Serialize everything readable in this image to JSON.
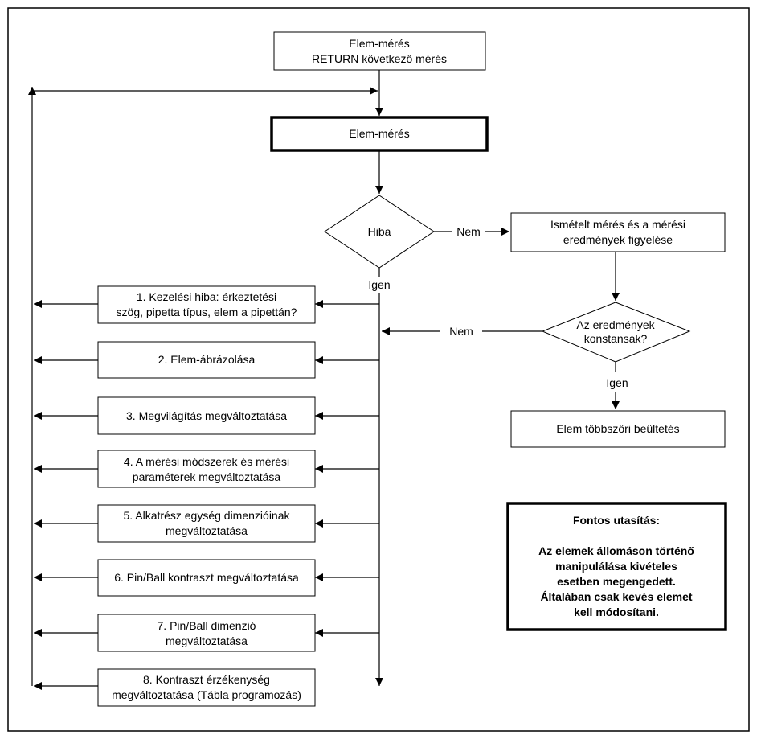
{
  "nodes": {
    "start": {
      "lines": [
        "Elem-mérés",
        "RETURN következő mérés"
      ]
    },
    "measure": {
      "lines": [
        "Elem-mérés"
      ]
    },
    "error_decision": {
      "lines": [
        "Hiba"
      ]
    },
    "repeat": {
      "lines": [
        "Ismételt mérés és a mérési",
        "eredmények figyelése"
      ]
    },
    "constant_decision": {
      "lines": [
        "Az eredmények",
        "konstansak?"
      ]
    },
    "multi_insert": {
      "lines": [
        "Elem többszöri beültetés"
      ]
    },
    "step1": {
      "lines": [
        "1. Kezelési hiba: érkeztetési",
        "szög, pipetta típus, elem a pipettán?"
      ]
    },
    "step2": {
      "lines": [
        "2. Elem-ábrázolása"
      ]
    },
    "step3": {
      "lines": [
        "3. Megvilágítás megváltoztatása"
      ]
    },
    "step4": {
      "lines": [
        "4. A mérési módszerek és mérési",
        "paraméterek megváltoztatása"
      ]
    },
    "step5": {
      "lines": [
        "5. Alkatrész egység dimenzióinak",
        "megváltoztatása"
      ]
    },
    "step6": {
      "lines": [
        "6. Pin/Ball kontraszt megváltoztatása"
      ]
    },
    "step7": {
      "lines": [
        "7. Pin/Ball dimenzió",
        "megváltoztatása"
      ]
    },
    "step8": {
      "lines": [
        "8. Kontraszt érzékenység",
        "megváltoztatása (Tábla programozás)"
      ]
    }
  },
  "edge_labels": {
    "error_no": "Nem",
    "error_yes": "Igen",
    "constant_no": "Nem",
    "constant_yes": "Igen"
  },
  "note": {
    "title": "Fontos utasítás:",
    "lines": [
      "Az elemek állomáson történő",
      "manipulálása kivételes",
      "esetben megengedett.",
      "Általában csak kevés elemet",
      "kell módosítani."
    ]
  }
}
